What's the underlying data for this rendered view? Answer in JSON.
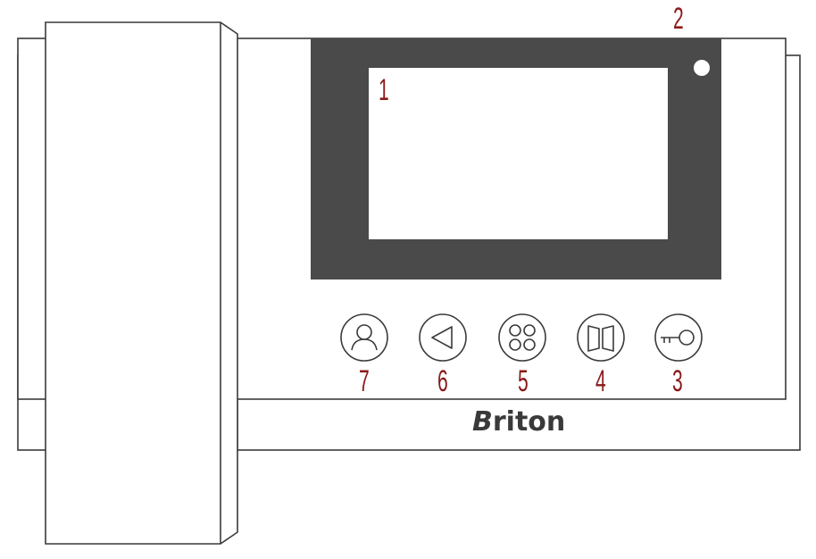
{
  "device": {
    "brand_first": "B",
    "brand_rest": "riton",
    "callouts": {
      "screen": "1",
      "indicator": "2",
      "unlock": "3",
      "intercom": "4",
      "menu": "5",
      "back": "6",
      "monitor": "7"
    },
    "buttons": [
      {
        "id": "monitor",
        "icon": "person-icon",
        "label": "7"
      },
      {
        "id": "back",
        "icon": "triangle-left-icon",
        "label": "6"
      },
      {
        "id": "menu",
        "icon": "four-circles-icon",
        "label": "5"
      },
      {
        "id": "intercom",
        "icon": "door-panels-icon",
        "label": "4"
      },
      {
        "id": "unlock",
        "icon": "key-icon",
        "label": "3"
      }
    ],
    "colors": {
      "outline": "#3a3a3a",
      "bezel": "#4a4a4a",
      "callout": "#8b1a1a",
      "indicator": "#ffffff"
    }
  }
}
